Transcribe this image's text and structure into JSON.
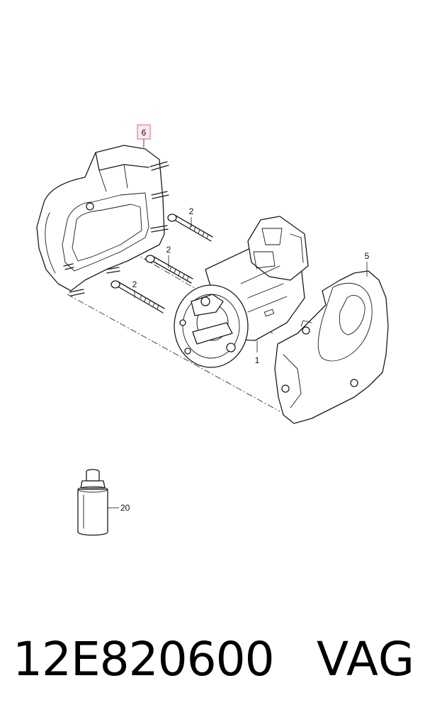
{
  "callouts": {
    "cover": "6",
    "bolt_upper": "2",
    "bolt_middle": "2",
    "bolt_lower": "2",
    "compressor": "1",
    "bracket": "5",
    "oil_bottle": "20"
  },
  "footer": {
    "part_number": "12E820600",
    "brand": "VAG"
  },
  "colors": {
    "highlight_fill": "#fde9ee",
    "highlight_stroke": "#e0637f",
    "ink": "#1a1a1a"
  }
}
